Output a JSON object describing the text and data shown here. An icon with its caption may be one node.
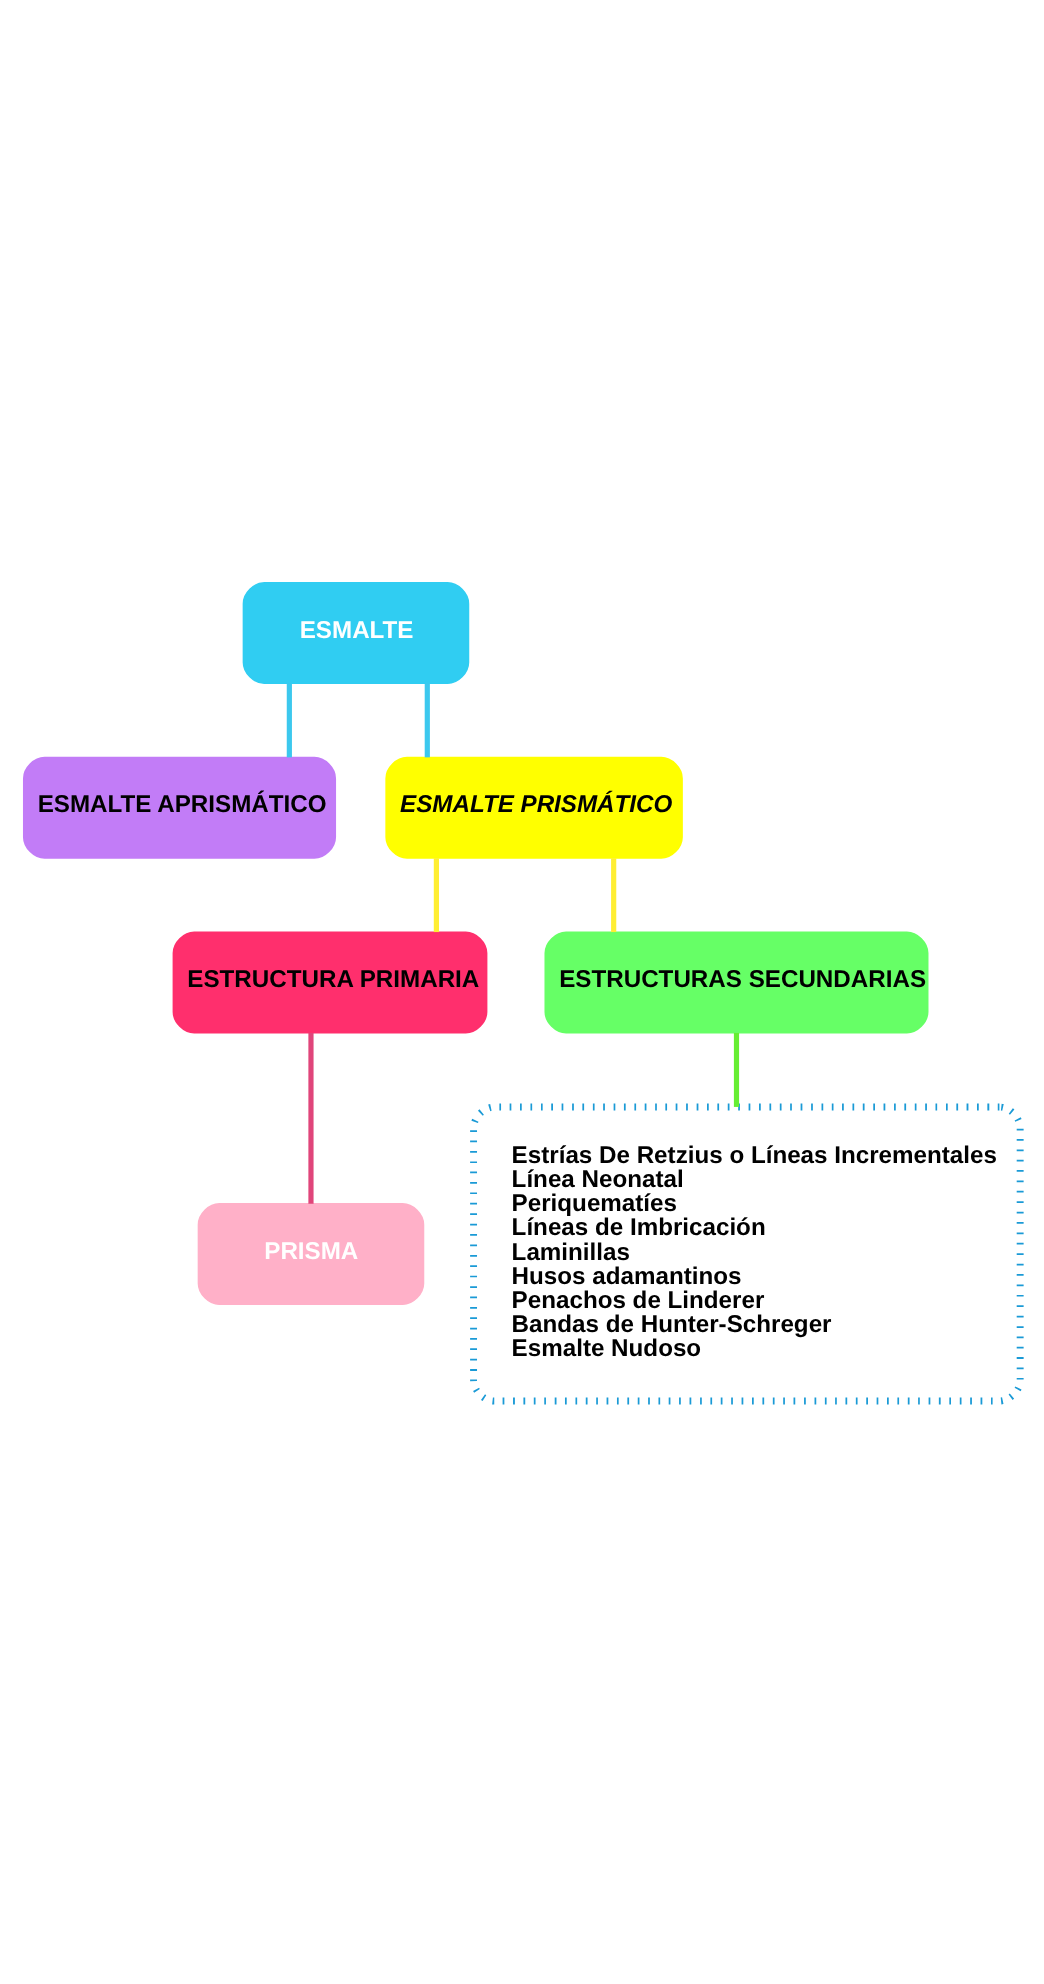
{
  "diagram": {
    "nodes": [
      {
        "text": [
          "ESMALTE"
        ]
      },
      {
        "text": [
          "ESMALTE APRISMÁTICO"
        ]
      },
      {
        "text": [
          "ESMALTE PRISMÁTICO"
        ]
      },
      {
        "text": [
          "ESTRUCTURA PRIMARIA"
        ]
      },
      {
        "text": [
          "ESTRUCTURAS SECUNDARIAS"
        ]
      },
      {
        "text": [
          "PRISMA"
        ]
      },
      {
        "text": [
          "Estrías De Retzius o Líneas Incrementales",
          "Línea Neonatal",
          "Periquematíes",
          "Líneas de Imbricación",
          "Laminillas",
          "Husos adamantinos",
          "Penachos de Linderer",
          "Bandas de Hunter-Schreger",
          "Esmalte Nudoso"
        ]
      }
    ],
    "edges": [
      {
        "from": 0,
        "to": 1,
        "arrow": "none",
        "color": "#3cc8ee"
      },
      {
        "from": 0,
        "to": 2,
        "arrow": "none",
        "color": "#3cc8ee"
      },
      {
        "from": 2,
        "to": 3,
        "arrow": "none",
        "color": "#ffee33"
      },
      {
        "from": 2,
        "to": 4,
        "arrow": "none",
        "color": "#ffee33"
      },
      {
        "from": 3,
        "to": 5,
        "arrow": "none",
        "color": "#e0457a"
      },
      {
        "from": 4,
        "to": 6,
        "arrow": "none",
        "color": "#66ee33"
      }
    ]
  }
}
